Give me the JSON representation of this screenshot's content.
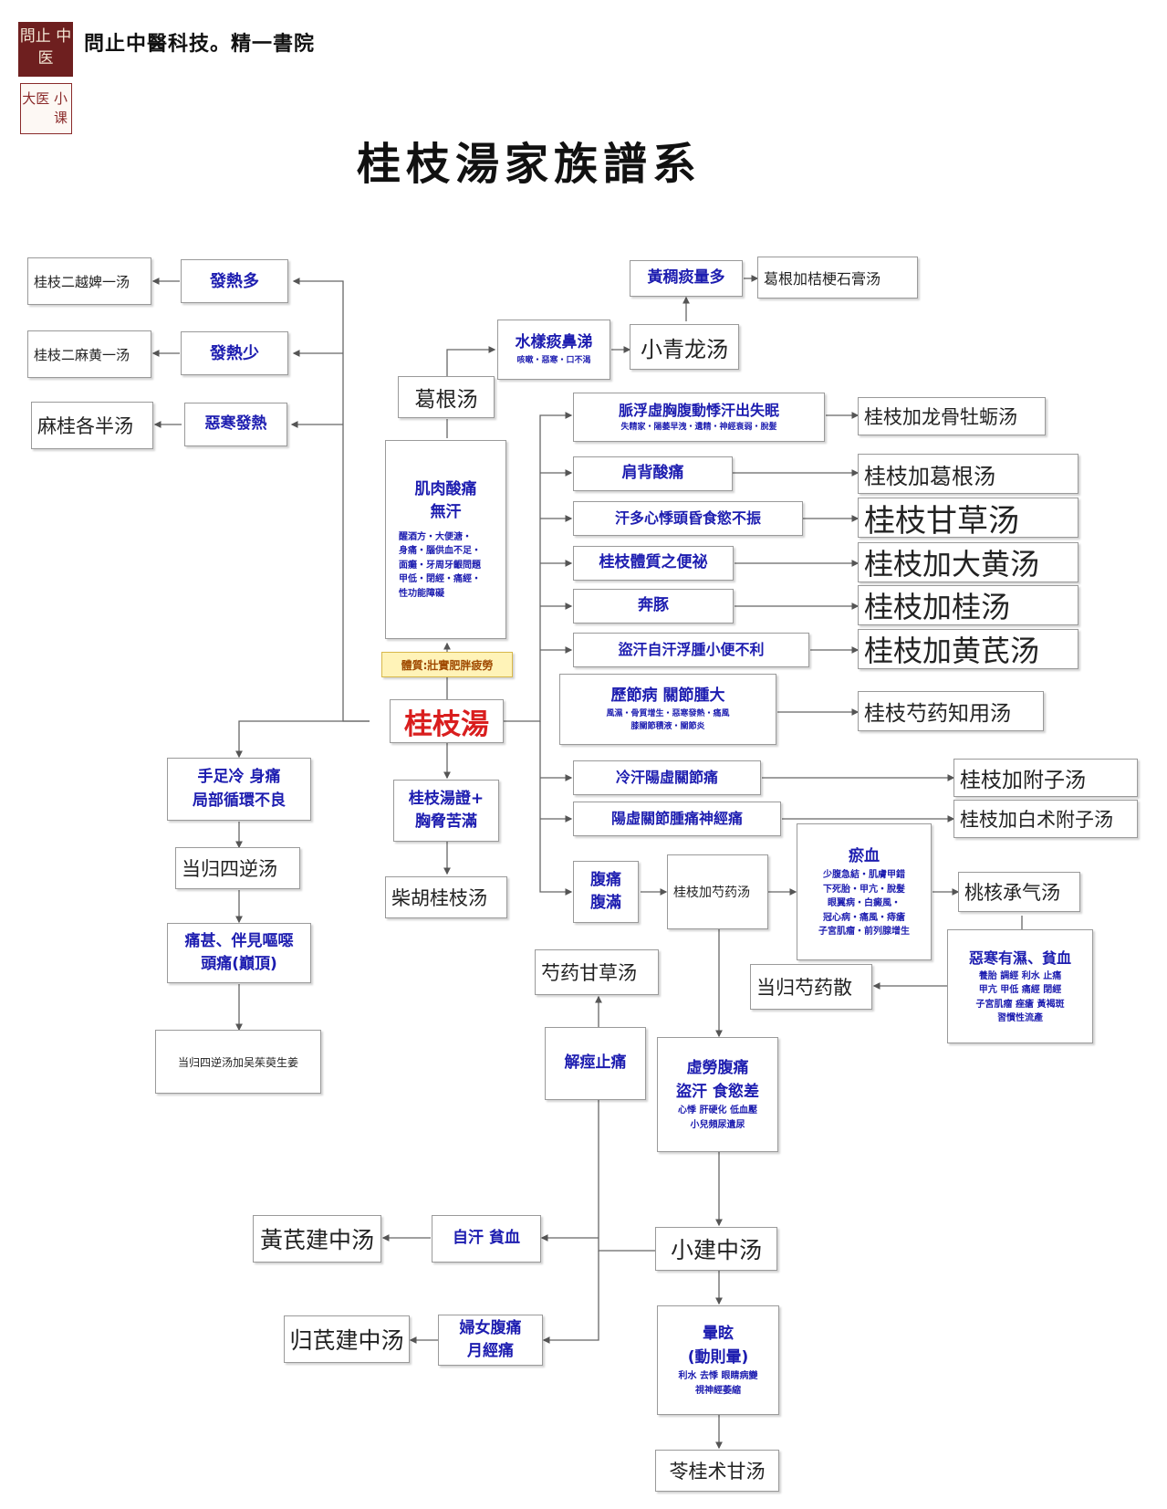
{
  "header": {
    "logo_main": "問止 中医",
    "logo_sub": "大医 小课",
    "org": "問止中醫科技。精一書院"
  },
  "title": "桂枝湯家族譜系",
  "root": "桂枝湯",
  "nodes": {
    "n_gz2yb": "桂枝二越婢一汤",
    "n_rere_duo": "發熱多",
    "n_gz2mh": "桂枝二麻黄一汤",
    "n_rere_shao": "發熱少",
    "n_mgbb": "麻桂各半汤",
    "n_ehfr": "惡寒發熱",
    "n_huangchou": "黃稠痰量多",
    "n_ggjjg": "葛根加桔梗石膏汤",
    "n_shuiyang_main": "水樣痰鼻涕",
    "n_shuiyang_sub": "咳嗽・惡寒・口不渴",
    "n_xqlt": "小青龙汤",
    "n_ggt": "葛根汤",
    "n_jirou_1": "肌肉酸痛",
    "n_jirou_2": "無汗",
    "n_jirou_d1": "醒酒方・大便溏・",
    "n_jirou_d2": "身痛・腦供血不足・",
    "n_jirou_d3": "面癱・牙周牙齦問題",
    "n_jirou_d4": "甲低・閉經・痛經・",
    "n_jirou_d5": "性功能障礙",
    "n_tizhi": "體質:壯實肥胖疲勞",
    "n_maifu_main": "脈浮虛胸腹動悸汗出失眠",
    "n_maifu_sub": "失精家・陽萎早洩・遺精・神經衰弱・脫髮",
    "n_glmlt": "桂枝加龙骨牡蛎汤",
    "n_jianbei": "肩背酸痛",
    "n_gzjggt": "桂枝加葛根汤",
    "n_handuo": "汗多心悸頭昏食慾不振",
    "n_gzgct": "桂枝甘草汤",
    "n_bianmi": "桂枝體質之便祕",
    "n_gzjdht": "桂枝加大黄汤",
    "n_bentun": "奔豚",
    "n_gzjgt": "桂枝加桂汤",
    "n_daohan": "盜汗自汗浮腫小便不利",
    "n_gzjhqt": "桂枝加黄芪汤",
    "n_lijie_main": "歷節病 關節腫大",
    "n_lijie_s1": "風濕・骨質增生・惡寒發熱・痛風",
    "n_lijie_s2": "膝關節積液・關節炎",
    "n_gzsyzm": "桂枝芍药知用汤",
    "n_shouzu_1": "手足冷 身痛",
    "n_shouzu_2": "局部循環不良",
    "n_dgsnt": "当归四逆汤",
    "n_tongshen_1": "痛甚、伴見嘔噁",
    "n_tongshen_2": "頭痛(巔頂)",
    "n_dgsnwy": "当归四逆汤加吴茱萸生姜",
    "n_gztz_1": "桂枝湯證+",
    "n_gztz_2": "胸脅苦滿",
    "n_chgz": "柴胡桂枝汤",
    "n_lenghan": "冷汗陽虛關節痛",
    "n_gzjfzt": "桂枝加附子汤",
    "n_yangxu": "陽虛關節腫痛神經痛",
    "n_gzjbzfz": "桂枝加白术附子汤",
    "n_futong_1": "腹痛",
    "n_futong_2": "腹滿",
    "n_gzjsyt": "桂枝加芍药汤",
    "n_yuxue_main": "瘀血",
    "n_yuxue_d1": "少腹急結・肌膚甲錯",
    "n_yuxue_d2": "下死胎・甲亢・脫髮",
    "n_yuxue_d3": "眼翼病・白癜風・",
    "n_yuxue_d4": "冠心病・痛風・痔瘡",
    "n_yuxue_d5": "子宮肌瘤・前列腺增生",
    "n_thcqt": "桃核承气汤",
    "n_ehys_main": "惡寒有濕、貧血",
    "n_ehys_d1": "養胎 調經 利水 止痛",
    "n_ehys_d2": "甲亢 甲低 痛經 閉經",
    "n_ehys_d3": "子宮肌瘤 痤瘡 黃褐斑",
    "n_ehys_d4": "習慣性流產",
    "n_dgsys": "当归芍药散",
    "n_sygct": "芍药甘草汤",
    "n_jiejing": "解痙止痛",
    "n_xulao_1": "虛勞腹痛",
    "n_xulao_2": "盜汗 食慾差",
    "n_xulao_d1": "心悸 肝硬化 低血壓",
    "n_xulao_d2": "小兒頻尿遺尿",
    "n_hqjzt": "黃芪建中汤",
    "n_zihan": "自汗 貧血",
    "n_xjzt": "小建中汤",
    "n_gqjzt": "归芪建中汤",
    "n_funu_1": "婦女腹痛",
    "n_funu_2": "月經痛",
    "n_yunxuan_1": "暈眩",
    "n_yunxuan_2": "(動則暈)",
    "n_yunxuan_d1": "利水 去悸 眼睛病變",
    "n_yunxuan_d2": "視神經萎縮",
    "n_lgzgt": "苓桂术甘汤"
  }
}
